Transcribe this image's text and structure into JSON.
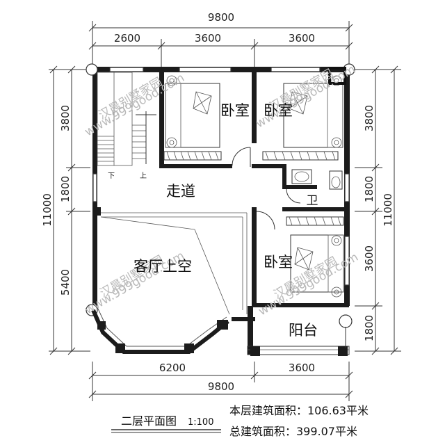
{
  "dimensions": {
    "top_total": "9800",
    "top_parts": [
      "2600",
      "3600",
      "3600"
    ],
    "bottom_parts": [
      "6200",
      "3600"
    ],
    "bottom_total": "9800",
    "left_total": "11000",
    "left_parts": [
      "3800",
      "1800",
      "5400"
    ],
    "right_total": "11000",
    "right_parts": [
      "3800",
      "1800",
      "3600",
      "1800"
    ]
  },
  "rooms": {
    "bedroom_1": "卧室",
    "bedroom_2": "卧室",
    "bedroom_3": "卧室",
    "corridor": "走道",
    "living_void": "客厅上空",
    "bathroom": "卫",
    "balcony": "阳台",
    "stair_down": "下",
    "stair_up": "上"
  },
  "watermarks": {
    "brand": "汉晨别墅家园",
    "site": "www.999good.com"
  },
  "footer": {
    "title": "二层平面图",
    "scale": "1:100",
    "floor_area": "本层建筑面积：106.63平米",
    "total_area": "总建筑面积：399.07平米"
  }
}
